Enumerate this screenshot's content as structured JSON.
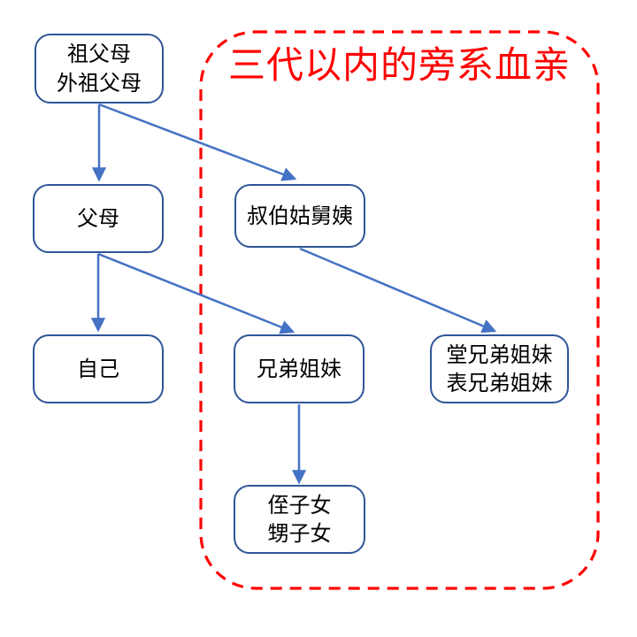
{
  "diagram": {
    "title": "三代以内的旁系血亲",
    "nodes": [
      {
        "id": "grandparents",
        "label": "祖父母\n外祖父母"
      },
      {
        "id": "parents",
        "label": "父母"
      },
      {
        "id": "uncles-aunts",
        "label": "叔伯姑舅姨"
      },
      {
        "id": "self",
        "label": "自己"
      },
      {
        "id": "siblings",
        "label": "兄弟姐妹"
      },
      {
        "id": "cousins",
        "label": "堂兄弟姐妹\n表兄弟姐妹"
      },
      {
        "id": "nephews-nieces",
        "label": "侄子女\n甥子女"
      }
    ],
    "edges": [
      {
        "from": "grandparents",
        "to": "parents"
      },
      {
        "from": "grandparents",
        "to": "uncles-aunts"
      },
      {
        "from": "parents",
        "to": "self"
      },
      {
        "from": "parents",
        "to": "siblings"
      },
      {
        "from": "uncles-aunts",
        "to": "cousins"
      },
      {
        "from": "siblings",
        "to": "nephews-nieces"
      }
    ],
    "boundary_group": {
      "label": "三代以内的旁系血亲",
      "members": [
        "uncles-aunts",
        "siblings",
        "cousins",
        "nephews-nieces"
      ]
    },
    "colors": {
      "node_border": "#2F5597",
      "arrow": "#4472C4",
      "boundary_dashed": "#FF0000",
      "title_text": "#FF0000",
      "node_text": "#000000",
      "background": "#FFFFFF"
    }
  }
}
